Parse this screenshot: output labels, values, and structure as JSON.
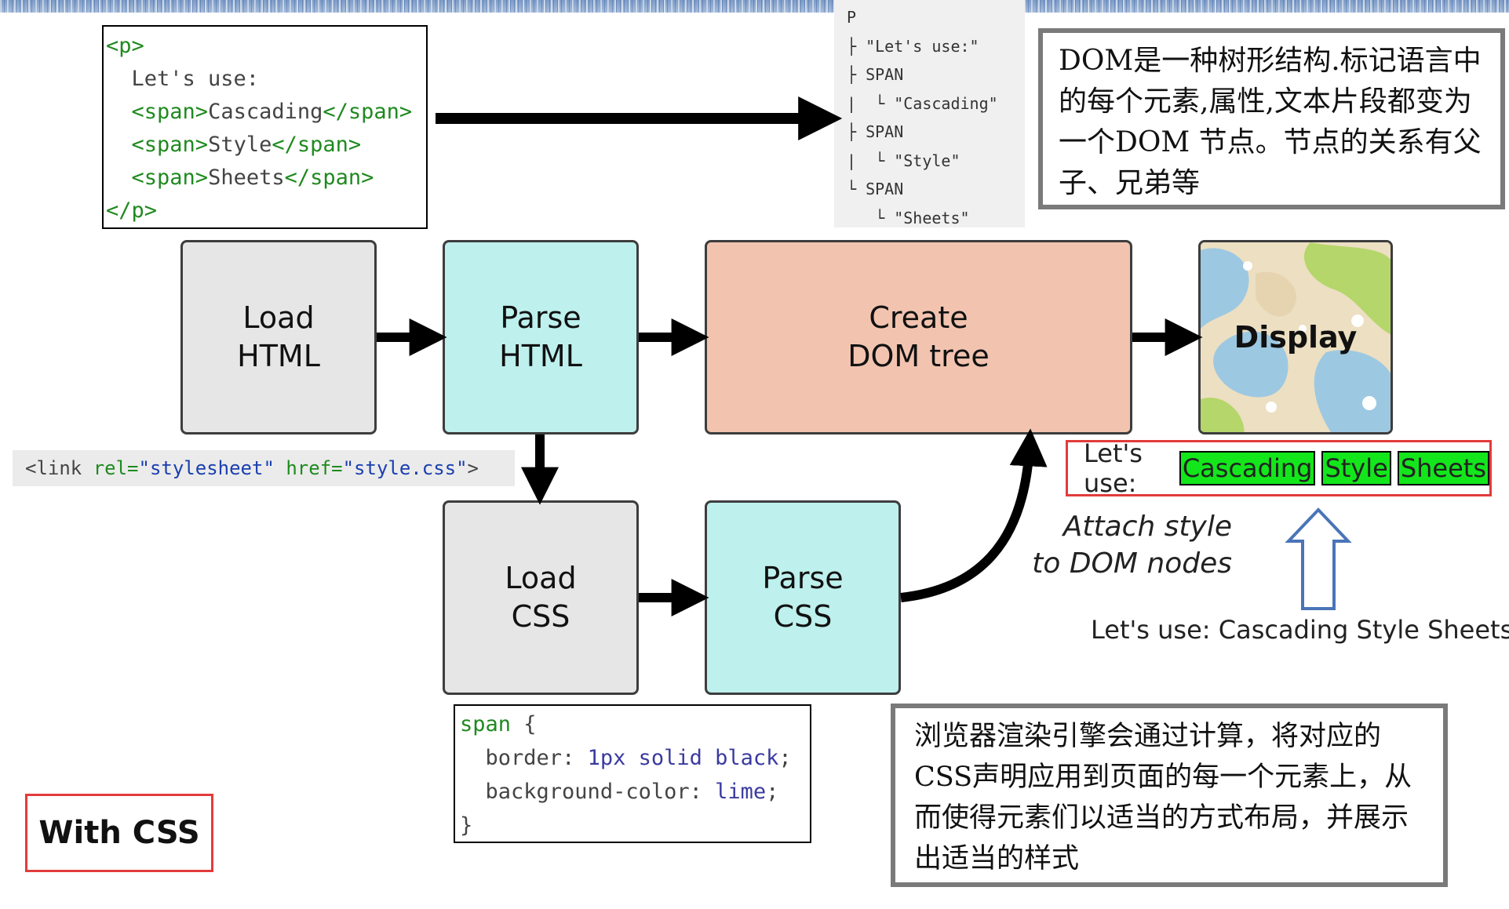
{
  "html_snippet": {
    "open_p": "<p>",
    "text": "  Let's use:",
    "span1_open": "<span>",
    "span1_text": "Cascading",
    "span1_close": "</span>",
    "span2_open": "<span>",
    "span2_text": "Style",
    "span2_close": "</span>",
    "span3_open": "<span>",
    "span3_text": "Sheets",
    "span3_close": "</span>",
    "close_p": "</p>"
  },
  "dom_tree": {
    "lines": [
      "P",
      "├ \"Let's use:\"",
      "├ SPAN",
      "|  └ \"Cascading\"",
      "├ SPAN",
      "|  └ \"Style\"",
      "└ SPAN",
      "   └ \"Sheets\""
    ]
  },
  "dom_note": {
    "text": "DOM是一种树形结构.标记语言中的每个元素,属性,文本片段都变为一个DOM 节点。节点的关系有父子、兄弟等"
  },
  "flow": {
    "load_html": "Load\nHTML",
    "parse_html": "Parse\nHTML",
    "create_dom": "Create\nDOM tree",
    "display": "Display",
    "load_css": "Load\nCSS",
    "parse_css": "Parse\nCSS",
    "attach_label": "Attach style\nto DOM nodes"
  },
  "link_snippet": {
    "open": "<link ",
    "rel_attr": "rel=",
    "rel_val": "\"stylesheet\"",
    "href_attr": " href=",
    "href_val": "\"style.css\"",
    "close": ">"
  },
  "css_snippet": {
    "selector": "span",
    "open_brace": " {",
    "prop1": "border",
    "val1": "1px solid black",
    "prop2": "background-color",
    "val2": "lime",
    "close_brace": "}"
  },
  "rendered_styled": {
    "prefix": "Let's use:",
    "spans": [
      "Cascading",
      "Style",
      "Sheets"
    ]
  },
  "rendered_plain": "Let's use: Cascading Style Sheets",
  "render_note": {
    "text": "浏览器渲染引擎会通过计算，将对应的CSS声明应用到页面的每一个元素上，从而使得元素们以适当的方式布局，并展示出适当的样式"
  },
  "with_css_label": "With CSS",
  "colors": {
    "gray_box": "#e6e6e6",
    "cyan_box": "#bef0ed",
    "salmon_box": "#f2c4b0",
    "lime": "#14e61c",
    "red_border": "#e23b3b",
    "blue_arrow": "#4a74b8"
  }
}
